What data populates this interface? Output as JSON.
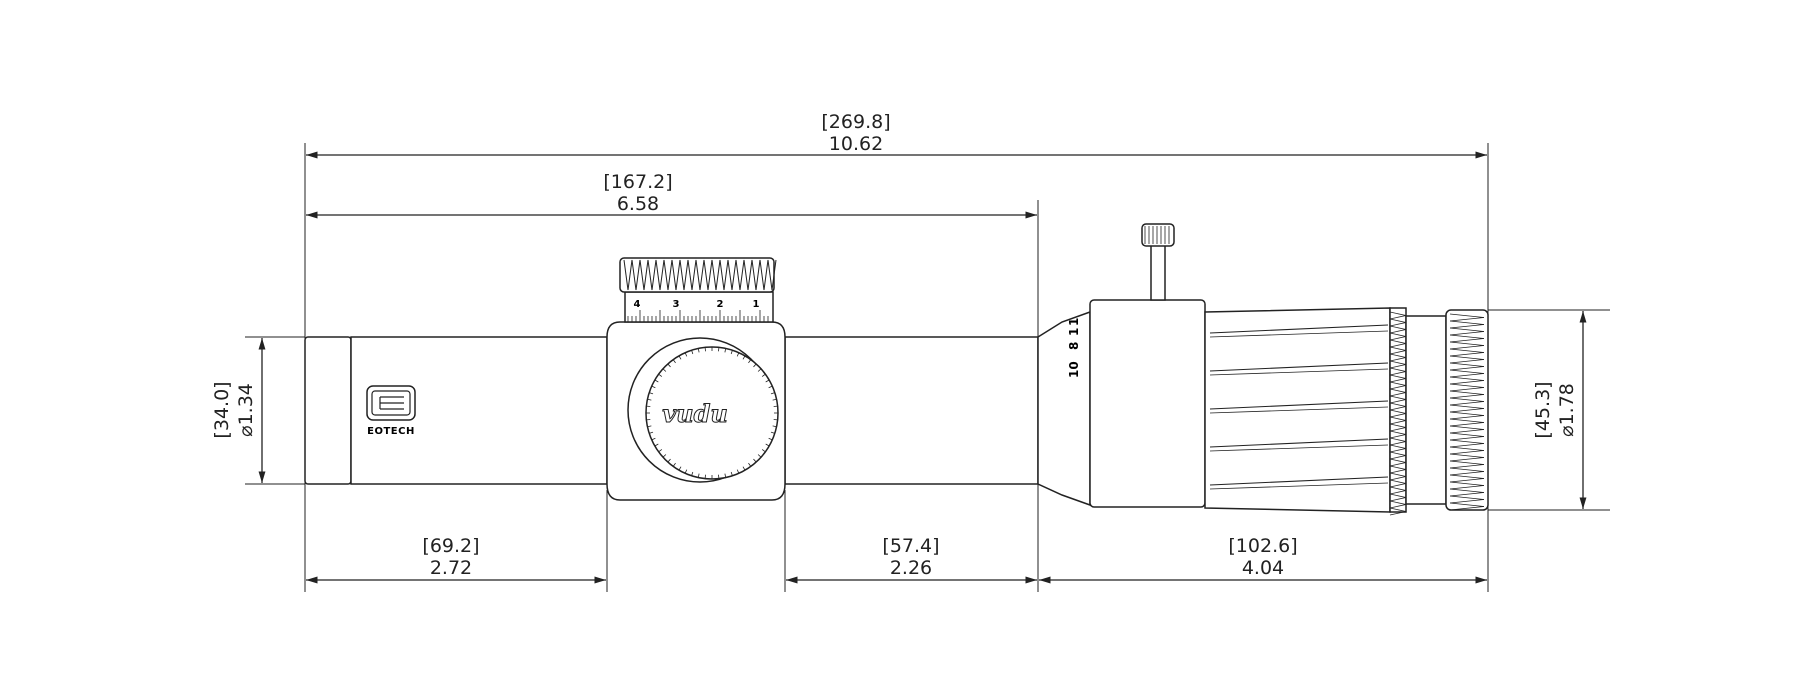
{
  "diagram": {
    "dimensions": {
      "overall_length": {
        "mm": "[269.8]",
        "in": "10.62"
      },
      "front_length": {
        "mm": "[167.2]",
        "in": "6.58"
      },
      "tube_diameter": {
        "mm": "[34.0]",
        "in": "⌀1.34"
      },
      "eyepiece_diameter": {
        "mm": "[45.3]",
        "in": "⌀1.78"
      },
      "front_mount": {
        "mm": "[69.2]",
        "in": "2.72"
      },
      "rear_mount": {
        "mm": "[57.4]",
        "in": "2.26"
      },
      "eyepiece_length": {
        "mm": "[102.6]",
        "in": "4.04"
      }
    },
    "labels": {
      "brand": "EOTECH",
      "turret_logo": "vudu",
      "turret_scale": [
        "4",
        "3",
        "2",
        "1"
      ],
      "magnification": [
        "10",
        "8",
        "1",
        "1"
      ]
    }
  }
}
